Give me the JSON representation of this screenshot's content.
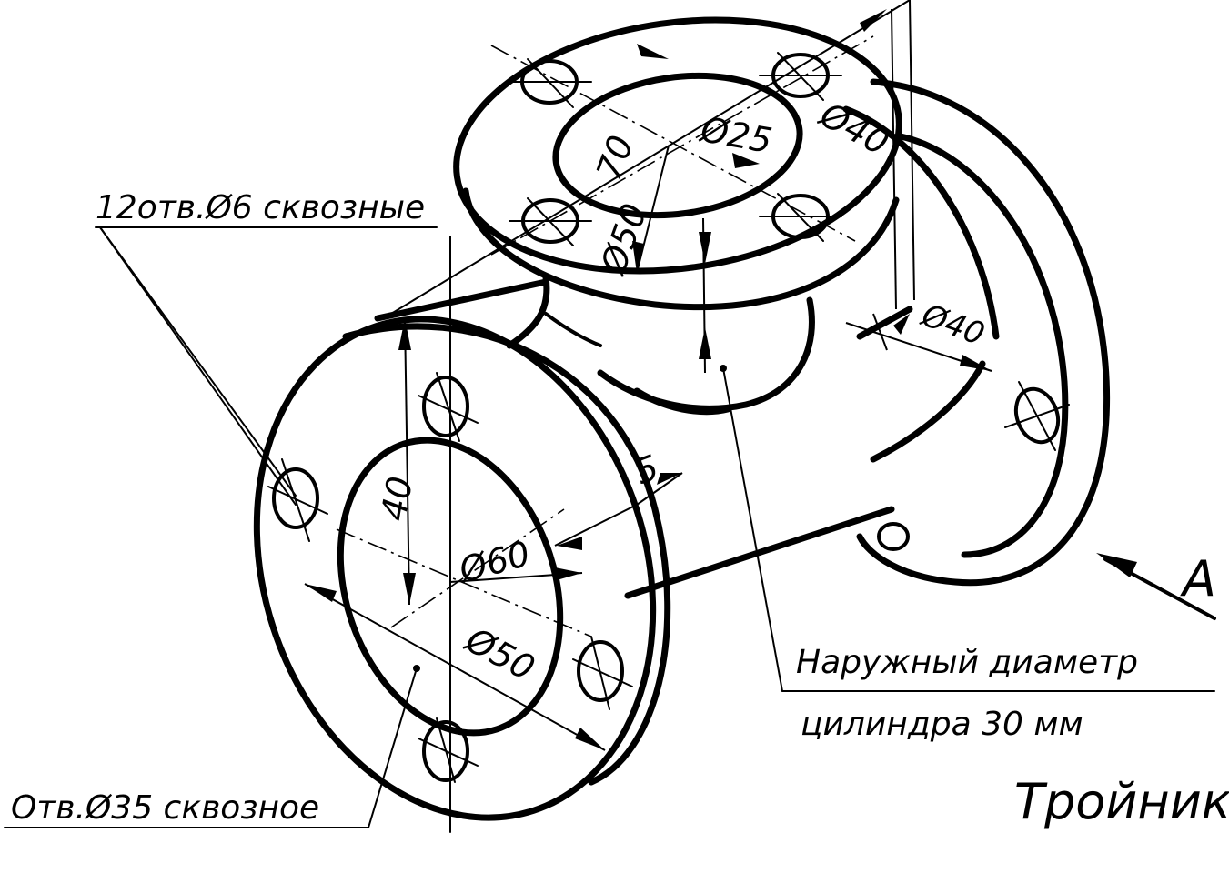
{
  "title": "Тройник",
  "note_holes": "12отв.Ø6 сквозные",
  "note_bore": "Отв.Ø35 сквозное",
  "note_outer_line1": "Наружный диаметр",
  "note_outer_line2": "цилиндра 30 мм",
  "view_label": "A",
  "dimensions": {
    "top_70": "70",
    "top_d25": "Ø25",
    "top_d40": "Ø40",
    "top_d50": "Ø50",
    "right_d40": "Ø40",
    "front_40": "40",
    "front_d60": "Ø60",
    "front_d50": "Ø50",
    "flange_5": "5"
  }
}
